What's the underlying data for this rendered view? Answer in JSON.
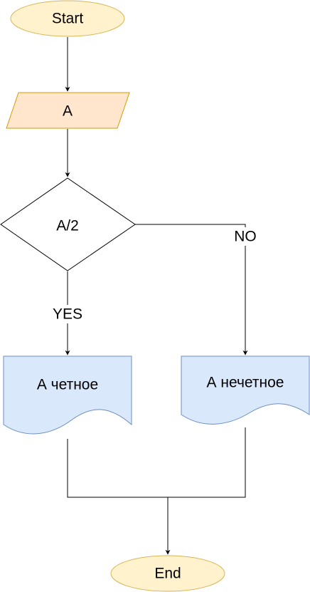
{
  "nodes": {
    "start": {
      "label": "Start",
      "shape": "terminator",
      "fill": "#fff2cc",
      "stroke": "#d6b656"
    },
    "input": {
      "label": "A",
      "shape": "data",
      "fill": "#ffe6cc",
      "stroke": "#d79b00"
    },
    "decision": {
      "label": "A/2",
      "shape": "decision",
      "fill": "#ffffff",
      "stroke": "#000000"
    },
    "even": {
      "label": "А четное",
      "shape": "document",
      "fill": "#dae8fc",
      "stroke": "#6c8ebf"
    },
    "odd": {
      "label": "А нечетное",
      "shape": "document",
      "fill": "#dae8fc",
      "stroke": "#6c8ebf"
    },
    "end": {
      "label": "End",
      "shape": "terminator",
      "fill": "#fff2cc",
      "stroke": "#d6b656"
    }
  },
  "edges": {
    "yes": {
      "label": "YES"
    },
    "no": {
      "label": "NO"
    }
  },
  "colors": {
    "line": "#000000"
  }
}
